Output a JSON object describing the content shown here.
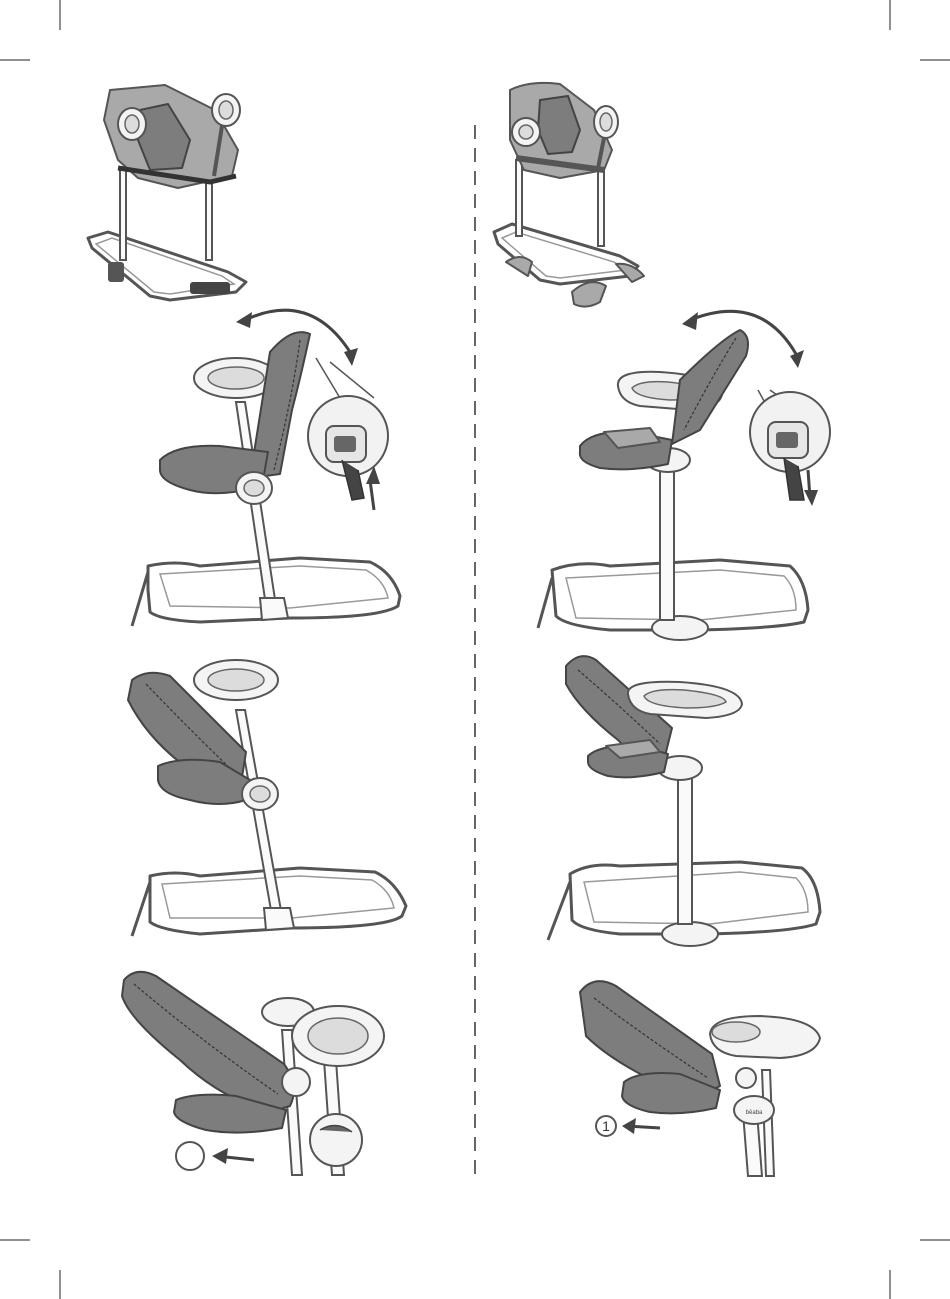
{
  "steps": [
    {
      "id": "1a",
      "marker": ""
    },
    {
      "id": "1b",
      "marker": "1"
    }
  ],
  "colors": {
    "line": "#555555",
    "fabric": "#7d7d7d",
    "fabric_light": "#a9a9a9",
    "background": "#ffffff"
  }
}
